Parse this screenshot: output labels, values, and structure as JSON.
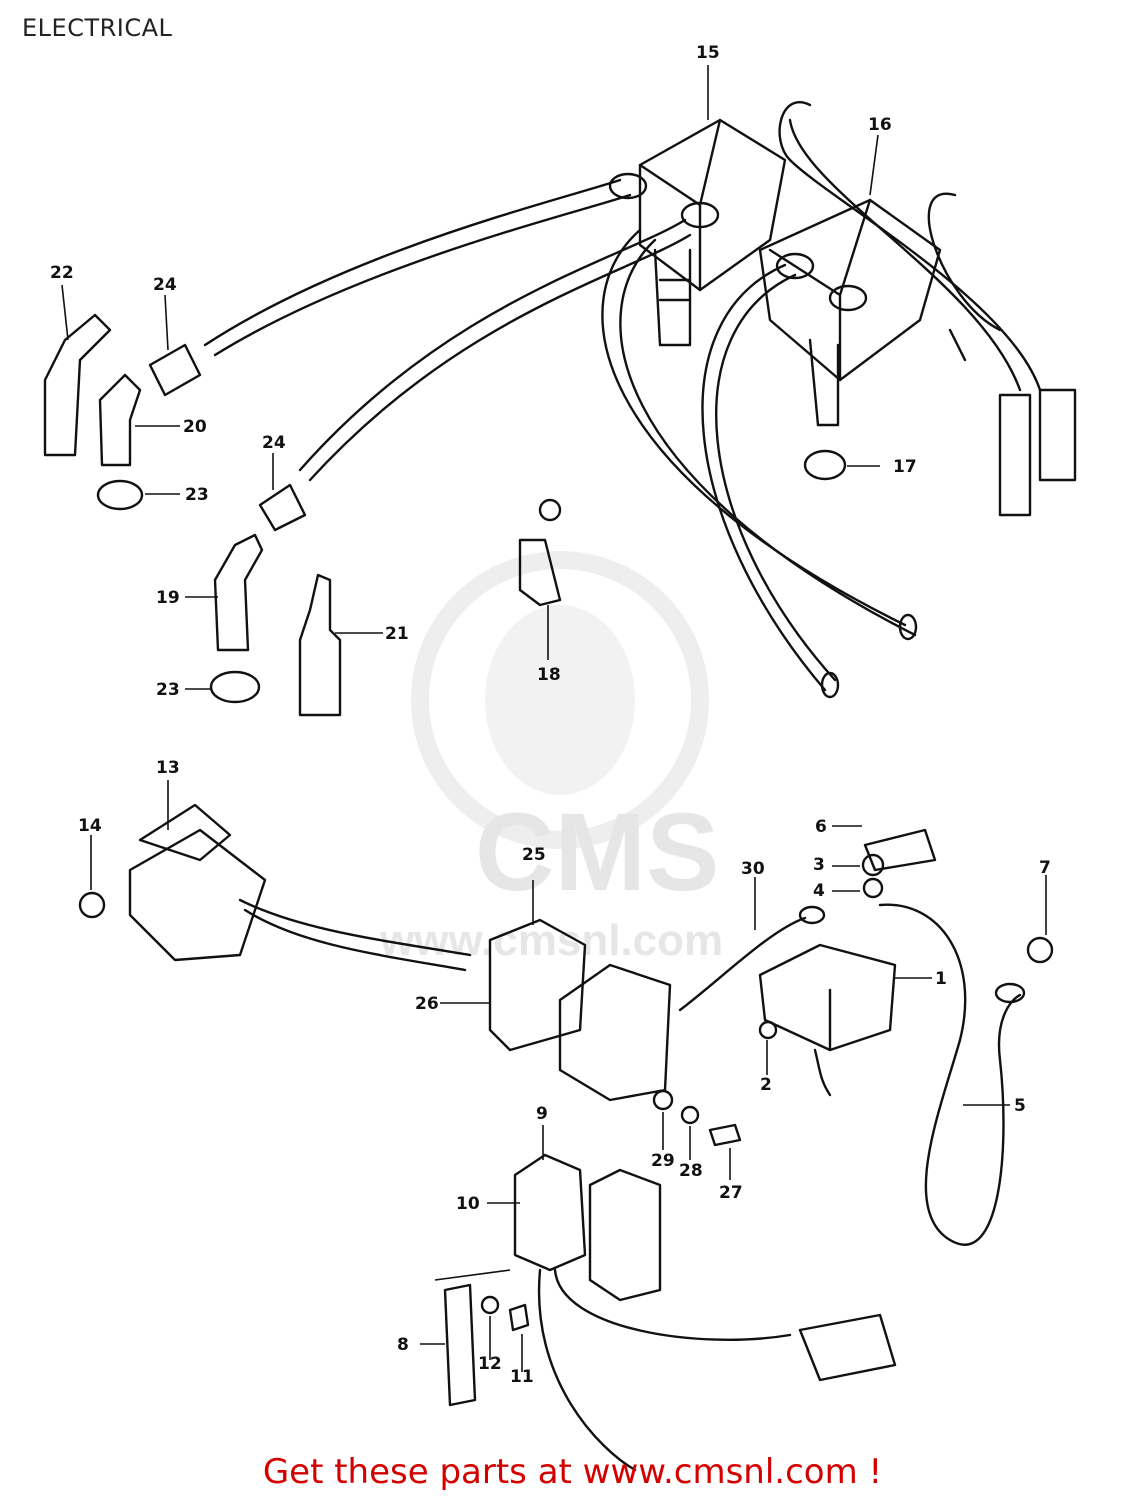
{
  "header": {
    "title": "ELECTRICAL"
  },
  "watermark": {
    "brand": "CMS",
    "url": "www.cmsnl.com"
  },
  "footer": {
    "text": "Get these parts at www.cmsnl.com !"
  },
  "colors": {
    "footer": "#d40000",
    "line": "#111111",
    "watermark": "#e6e6e6"
  },
  "parts": {
    "p1": "1",
    "p2": "2",
    "p3": "3",
    "p4": "4",
    "p5": "5",
    "p6": "6",
    "p7": "7",
    "p8": "8",
    "p9": "9",
    "p10": "10",
    "p11": "11",
    "p12": "12",
    "p13": "13",
    "p14": "14",
    "p15": "15",
    "p16": "16",
    "p17": "17",
    "p18": "18",
    "p19": "19",
    "p20": "20",
    "p21": "21",
    "p22": "22",
    "p23a": "23",
    "p23b": "23",
    "p24a": "24",
    "p24b": "24",
    "p25": "25",
    "p26": "26",
    "p27": "27",
    "p28": "28",
    "p29": "29",
    "p30": "30"
  }
}
